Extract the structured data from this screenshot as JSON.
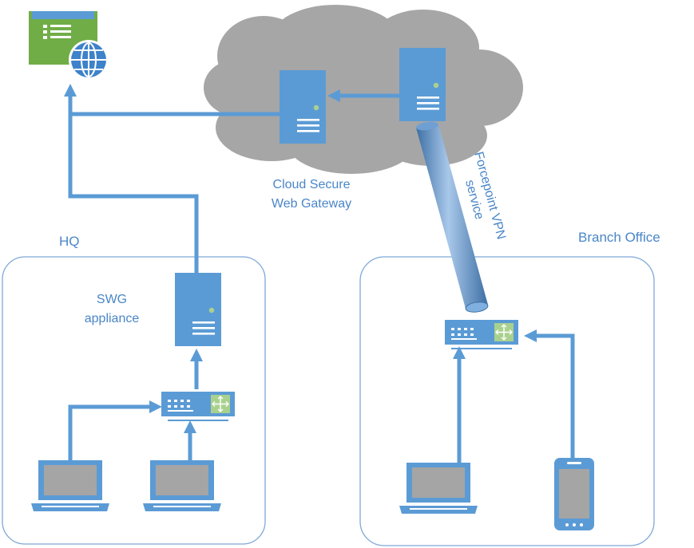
{
  "labels": {
    "cloud_line1": "Cloud Secure",
    "cloud_line2": "Web Gateway",
    "vpn_line1": "Forcepoint VPN",
    "vpn_line2": "service",
    "hq": "HQ",
    "branch": "Branch Office",
    "swg_line1": "SWG",
    "swg_line2": "appliance"
  },
  "colors": {
    "device_blue": "#5b9bd5",
    "line_blue": "#5b9bd5",
    "cloud_gray": "#a6a6a6",
    "browser_green": "#70ad47",
    "label_blue": "#4a86c8",
    "screen_gray": "#a5a5a5",
    "status_green": "#a9d18e"
  },
  "icons": [
    "web-browser-icon",
    "globe-icon",
    "server-icon",
    "switch-icon",
    "laptop-icon",
    "smartphone-icon",
    "cloud-icon",
    "vpn-tunnel-icon"
  ]
}
